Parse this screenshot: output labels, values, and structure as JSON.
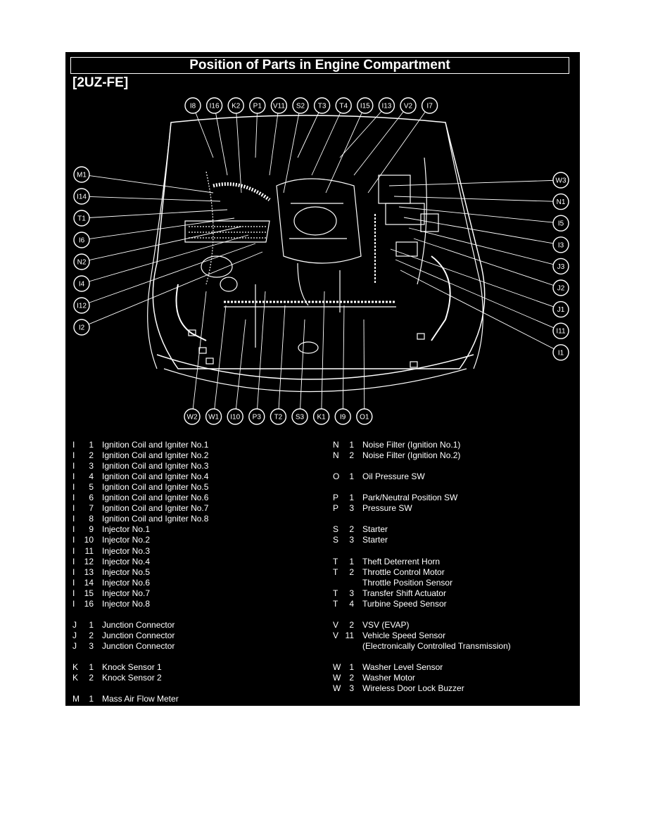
{
  "title": "Position of Parts in Engine Compartment",
  "engine": "[2UZ-FE]",
  "callouts": {
    "top": [
      "I8",
      "I16",
      "K2",
      "P1",
      "V11",
      "S2",
      "T3",
      "T4",
      "I15",
      "I13",
      "V2",
      "I7"
    ],
    "left": [
      "M1",
      "I14",
      "T1",
      "I6",
      "N2",
      "I4",
      "I12",
      "I2"
    ],
    "right": [
      "W3",
      "N1",
      "I5",
      "I3",
      "J3",
      "J2",
      "J1",
      "I11",
      "I1"
    ],
    "bottom": [
      "W2",
      "W1",
      "I10",
      "P3",
      "T2",
      "S3",
      "K1",
      "I9",
      "O1"
    ]
  },
  "legend_left": [
    {
      "l": "I",
      "n": "1",
      "t": "Ignition Coil and Igniter No.1"
    },
    {
      "l": "I",
      "n": "2",
      "t": "Ignition Coil and Igniter No.2"
    },
    {
      "l": "I",
      "n": "3",
      "t": "Ignition Coil and Igniter No.3"
    },
    {
      "l": "I",
      "n": "4",
      "t": "Ignition Coil and Igniter No.4"
    },
    {
      "l": "I",
      "n": "5",
      "t": "Ignition Coil and Igniter No.5"
    },
    {
      "l": "I",
      "n": "6",
      "t": "Ignition Coil and Igniter No.6"
    },
    {
      "l": "I",
      "n": "7",
      "t": "Ignition Coil and Igniter No.7"
    },
    {
      "l": "I",
      "n": "8",
      "t": "Ignition Coil and Igniter No.8"
    },
    {
      "l": "I",
      "n": "9",
      "t": "Injector No.1"
    },
    {
      "l": "I",
      "n": "10",
      "t": "Injector No.2"
    },
    {
      "l": "I",
      "n": "11",
      "t": "Injector No.3"
    },
    {
      "l": "I",
      "n": "12",
      "t": "Injector No.4"
    },
    {
      "l": "I",
      "n": "13",
      "t": "Injector No.5"
    },
    {
      "l": "I",
      "n": "14",
      "t": "Injector No.6"
    },
    {
      "l": "I",
      "n": "15",
      "t": "Injector No.7"
    },
    {
      "l": "I",
      "n": "16",
      "t": "Injector No.8"
    },
    {
      "l": "",
      "n": "",
      "t": ""
    },
    {
      "l": "J",
      "n": "1",
      "t": "Junction Connector"
    },
    {
      "l": "J",
      "n": "2",
      "t": "Junction Connector"
    },
    {
      "l": "J",
      "n": "3",
      "t": "Junction Connector"
    },
    {
      "l": "",
      "n": "",
      "t": ""
    },
    {
      "l": "K",
      "n": "1",
      "t": "Knock Sensor 1"
    },
    {
      "l": "K",
      "n": "2",
      "t": "Knock Sensor 2"
    },
    {
      "l": "",
      "n": "",
      "t": ""
    },
    {
      "l": "M",
      "n": "1",
      "t": "Mass Air Flow Meter"
    }
  ],
  "legend_right": [
    {
      "l": "N",
      "n": "1",
      "t": "Noise Filter (Ignition No.1)"
    },
    {
      "l": "N",
      "n": "2",
      "t": "Noise Filter (Ignition No.2)"
    },
    {
      "l": "",
      "n": "",
      "t": ""
    },
    {
      "l": "O",
      "n": "1",
      "t": "Oil Pressure SW"
    },
    {
      "l": "",
      "n": "",
      "t": ""
    },
    {
      "l": "P",
      "n": "1",
      "t": "Park/Neutral Position SW"
    },
    {
      "l": "P",
      "n": "3",
      "t": "Pressure SW"
    },
    {
      "l": "",
      "n": "",
      "t": ""
    },
    {
      "l": "S",
      "n": "2",
      "t": "Starter"
    },
    {
      "l": "S",
      "n": "3",
      "t": "Starter"
    },
    {
      "l": "",
      "n": "",
      "t": ""
    },
    {
      "l": "T",
      "n": "1",
      "t": "Theft Deterrent Horn"
    },
    {
      "l": "T",
      "n": "2",
      "t": "Throttle Control Motor"
    },
    {
      "l": "",
      "n": "",
      "t": "Throttle Position Sensor"
    },
    {
      "l": "T",
      "n": "3",
      "t": "Transfer Shift Actuator"
    },
    {
      "l": "T",
      "n": "4",
      "t": "Turbine Speed Sensor"
    },
    {
      "l": "",
      "n": "",
      "t": ""
    },
    {
      "l": "V",
      "n": "2",
      "t": "VSV (EVAP)"
    },
    {
      "l": "V",
      "n": "11",
      "t": "Vehicle Speed Sensor"
    },
    {
      "l": "",
      "n": "",
      "t": "(Electronically Controlled Transmission)"
    },
    {
      "l": "",
      "n": "",
      "t": ""
    },
    {
      "l": "W",
      "n": "1",
      "t": "Washer Level Sensor"
    },
    {
      "l": "W",
      "n": "2",
      "t": "Washer Motor"
    },
    {
      "l": "W",
      "n": "3",
      "t": "Wireless Door Lock Buzzer"
    }
  ]
}
